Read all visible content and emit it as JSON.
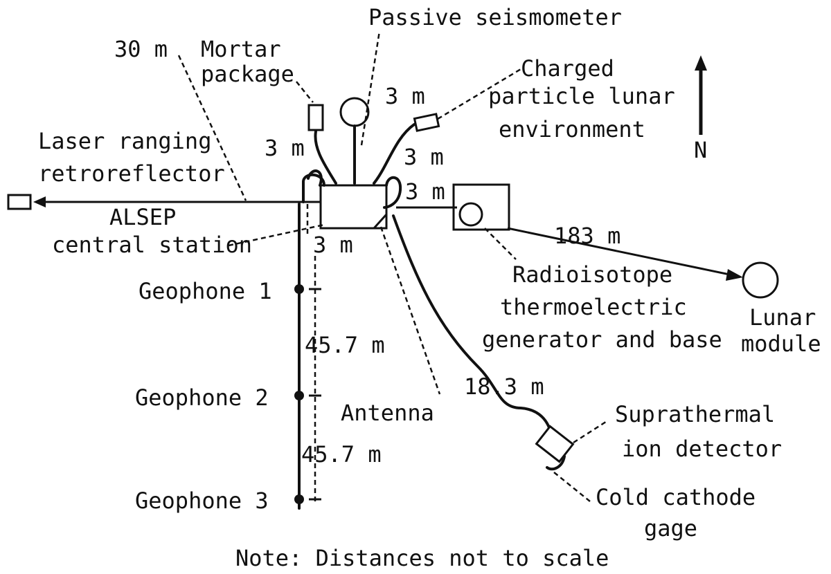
{
  "labels": {
    "mortar_line1": "Mortar",
    "mortar_line2": "package",
    "passive_seismometer": "Passive seismometer",
    "charged_line1": "Charged",
    "charged_line2": "particle lunar",
    "charged_line3": "environment",
    "north": "N",
    "laser_line1": "Laser ranging",
    "laser_line2": "retroreflector",
    "alsep_line1": "ALSEP",
    "alsep_line2": "central station",
    "rtg_line1": "Radioisotope",
    "rtg_line2": "thermoelectric",
    "rtg_line3": "generator and base",
    "lunar_line1": "Lunar",
    "lunar_line2": "module",
    "geophone1": "Geophone 1",
    "geophone2": "Geophone 2",
    "geophone3": "Geophone 3",
    "antenna": "Antenna",
    "suprathermal_line1": "Suprathermal",
    "suprathermal_line2": "ion detector",
    "cold_line1": "Cold cathode",
    "cold_line2": "gage",
    "note": "Note: Distances not to scale"
  },
  "distances": {
    "retroreflector": "30 m",
    "mortar": "3 m",
    "seismometer": "3 m",
    "charged_particle": "3 m",
    "rtg": "3 m",
    "geophone_line_start": "3 m",
    "geophone_1_2": "45.7 m",
    "geophone_2_3": "45.7 m",
    "lunar_module": "183 m",
    "suprathermal": "18.3 m"
  },
  "colors": {
    "ink": "#111111",
    "background": "#ffffff"
  }
}
